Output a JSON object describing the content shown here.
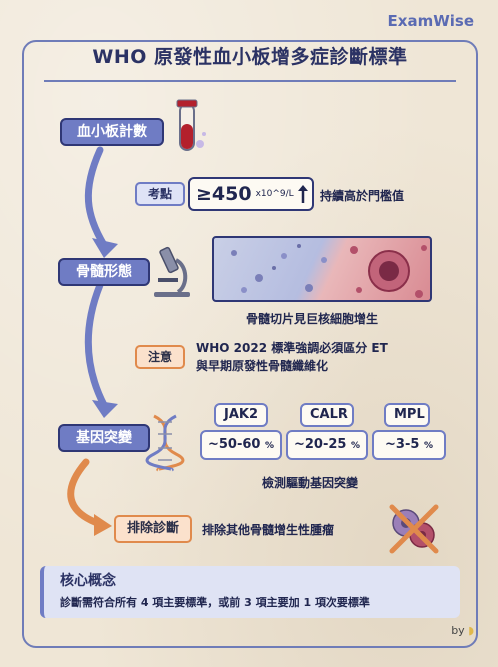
{
  "brand": "ExamWise",
  "title": "WHO 原發性血小板增多症診斷標準",
  "steps": {
    "platelet_count": "血小板計數",
    "marrow_morphology": "骨髓形態",
    "gene_mutation": "基因突變",
    "exclusion": "排除診斷"
  },
  "platelet": {
    "tag": "考點",
    "threshold": "≥450",
    "unit": "x10^9/L",
    "note": "持續高於門檻值"
  },
  "marrow": {
    "caption": "骨髓切片見巨核細胞增生",
    "attention_tag": "注意",
    "attention_line1": "WHO 2022 標準強調必須區分 ET",
    "attention_line2": "與早期原發性骨髓纖維化"
  },
  "genes": {
    "items": [
      {
        "name": "JAK2",
        "value": "~50-60",
        "pct": "%"
      },
      {
        "name": "CALR",
        "value": "~20-25",
        "pct": "%"
      },
      {
        "name": "MPL",
        "value": "~3-5",
        "pct": "%"
      }
    ],
    "caption": "檢測驅動基因突變"
  },
  "exclusion_text": "排除其他骨髓增生性腫瘤",
  "concept": {
    "heading": "核心概念",
    "body": "診斷需符合所有 4 項主要標準，或前 3 項主要加 1 項次要標準"
  },
  "footer": "by",
  "colors": {
    "primary": "#6f7cc4",
    "dark": "#2f3775",
    "orange": "#e08a4c",
    "background": "#efe6d6"
  }
}
